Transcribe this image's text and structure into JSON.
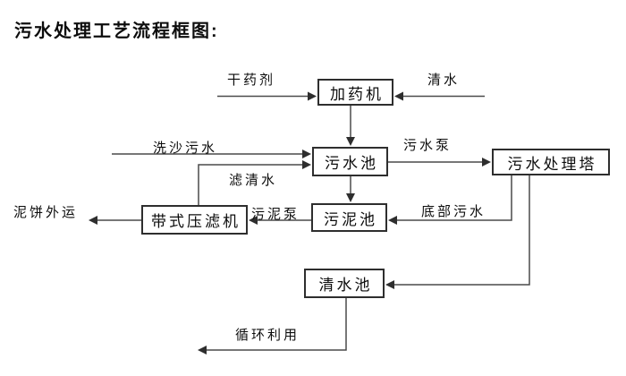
{
  "title": "污水处理工艺流程框图:",
  "colors": {
    "background": "#ffffff",
    "line": "#4a4a4a",
    "arrowhead": "#2e2e2e",
    "box_border": "#2e2e2e",
    "text": "#0d0d0d"
  },
  "nodes": {
    "dosing_machine": {
      "label": "加药机"
    },
    "sewage_pool": {
      "label": "污水池"
    },
    "treatment_tower": {
      "label": "污水处理塔"
    },
    "sludge_pool": {
      "label": "污泥池"
    },
    "belt_filter_press": {
      "label": "带式压滤机"
    },
    "clean_water_pool": {
      "label": "清水池"
    }
  },
  "flow_labels": {
    "dry_agent": "干药剂",
    "clean_water": "清水",
    "sand_washing_sewage": "洗沙污水",
    "filtered_water": "滤清水",
    "sewage_pump": "污水泵",
    "bottom_sewage": "底部污水",
    "sludge_pump": "污泥泵",
    "mud_cake_out": "泥饼外运",
    "recycle_use": "循环利用"
  },
  "edges": [
    {
      "from": "dry_agent_input",
      "to": "dosing_machine",
      "label": "干药剂"
    },
    {
      "from": "clean_water_input",
      "to": "dosing_machine",
      "label": "清水"
    },
    {
      "from": "dosing_machine",
      "to": "sewage_pool",
      "label": ""
    },
    {
      "from": "sand_washing_input",
      "to": "sewage_pool",
      "label": "洗沙污水"
    },
    {
      "from": "belt_filter_press",
      "to": "sewage_pool",
      "label": "滤清水"
    },
    {
      "from": "sewage_pool",
      "to": "treatment_tower",
      "label": "污水泵"
    },
    {
      "from": "sewage_pool",
      "to": "sludge_pool",
      "label": ""
    },
    {
      "from": "treatment_tower",
      "to": "sludge_pool",
      "label": "底部污水"
    },
    {
      "from": "sludge_pool",
      "to": "belt_filter_press",
      "label": "污泥泵"
    },
    {
      "from": "belt_filter_press",
      "to": "mud_cake_output",
      "label": "泥饼外运"
    },
    {
      "from": "treatment_tower",
      "to": "clean_water_pool",
      "label": ""
    },
    {
      "from": "clean_water_pool",
      "to": "recycle_output",
      "label": "循环利用"
    }
  ]
}
